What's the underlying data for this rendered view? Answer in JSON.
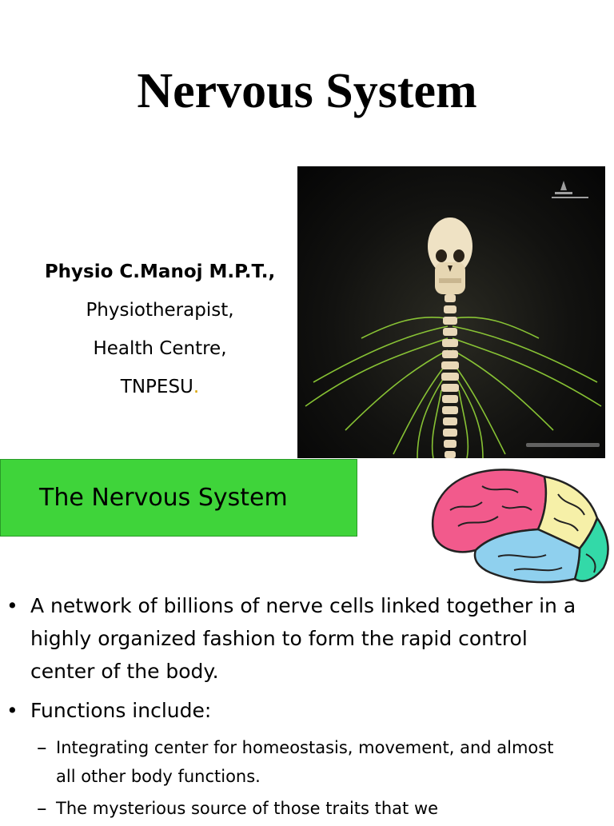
{
  "title": "Nervous System",
  "author": {
    "name": "Physio C.Manoj M.P.T.,",
    "role": "Physiotherapist,",
    "place": "Health Centre,",
    "org": "TNPESU",
    "org_dot": "."
  },
  "banner": {
    "label": "The Nervous System"
  },
  "bullets": [
    {
      "mark": "•",
      "text": "A network of billions of nerve cells linked together in a highly organized fashion to form the rapid control center of the body."
    },
    {
      "mark": "•",
      "text": "Functions include:"
    }
  ],
  "sub_bullets": [
    {
      "mark": "–",
      "text": "Integrating center for homeostasis, movement, and almost all other body functions."
    },
    {
      "mark": "–",
      "text": "The mysterious source of those traits that we"
    }
  ],
  "colors": {
    "banner_bg": "#3fd43a",
    "brain_frontal": "#f25a8c",
    "brain_parietal": "#f6f0a8",
    "brain_temporal": "#8fd0ee",
    "brain_occipital": "#33d9a8"
  },
  "icons": {
    "bullet": "bullet-dot-icon",
    "dash": "dash-icon"
  }
}
